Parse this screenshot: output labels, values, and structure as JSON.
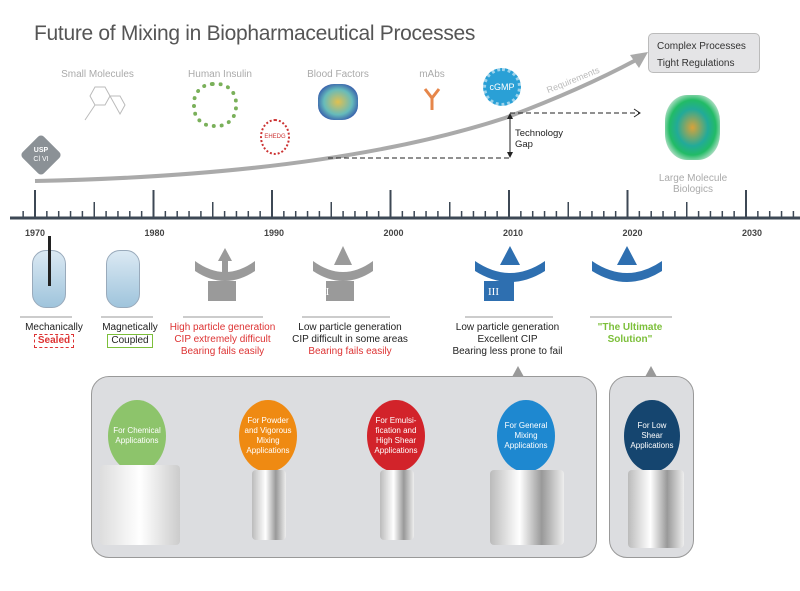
{
  "title": "Future of Mixing in Biopharmaceutical Processes",
  "molecules": [
    "Small Molecules",
    "Human Insulin",
    "Blood Factors",
    "mAbs"
  ],
  "badges": {
    "usp": "USP",
    "usp_sub": "Cl VI",
    "cgmp": "cGMP",
    "ehedg": "EHEDG"
  },
  "requirements_label": "Requirements",
  "requirements_box": [
    "Complex Processes",
    "Tight Regulations"
  ],
  "technology_gap": [
    "Technology",
    "Gap"
  ],
  "large_molecule": [
    "Large Molecule",
    "Biologics"
  ],
  "years": [
    "1970",
    "1980",
    "1990",
    "2000",
    "2010",
    "2020",
    "2030"
  ],
  "generations": [
    "I",
    "II",
    "III"
  ],
  "descriptions": {
    "mech": [
      "Mechanically",
      "Sealed"
    ],
    "mag": [
      "Magnetically",
      "Coupled"
    ],
    "gen1": [
      "High particle generation",
      "CIP extremely difficult",
      "Bearing fails easily"
    ],
    "gen2": [
      "Low particle generation",
      "CIP difficult in some areas",
      "Bearing fails easily"
    ],
    "gen3": [
      "Low particle generation",
      "Excellent CIP",
      "Bearing less prone to fail"
    ],
    "ultimate": [
      "\"The Ultimate",
      "Solution\""
    ]
  },
  "applications": [
    {
      "label": "For Chemical Applications",
      "color": "#8dc46b"
    },
    {
      "label": "For Powder and Vigorous Mixing Applications",
      "color": "#ef8a12"
    },
    {
      "label": "For Emulsi-fication and High Shear Applications",
      "color": "#d2232a"
    },
    {
      "label": "For General Mixing Applications",
      "color": "#1e88d0"
    },
    {
      "label": "For Low Shear Applications",
      "color": "#15456f"
    }
  ]
}
